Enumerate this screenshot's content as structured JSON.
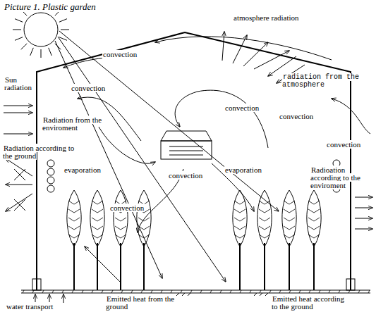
{
  "diagram": {
    "title": "Picture 1. Plastic garden",
    "labels": [
      "atmosphere radiation",
      "Sun radiation",
      "convection",
      "radiation from the atmosphere",
      "convection",
      "convection",
      "convection",
      "convection",
      "Radiation from the enviroment",
      "Radiation according to the ground",
      "convection",
      "evaporation",
      "evaporation",
      "Radioation according to the enviroment",
      "convection",
      "water transport",
      "Emitted heat from the ground",
      "Emitted heat according to the ground"
    ]
  }
}
